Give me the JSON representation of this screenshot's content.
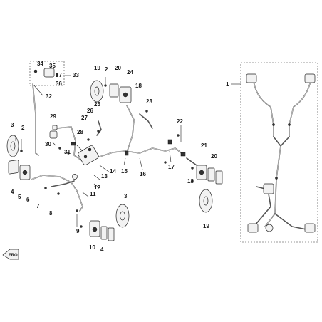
{
  "diagram": {
    "callouts": [
      {
        "id": "c1",
        "text": "1"
      },
      {
        "id": "c2a",
        "text": "2"
      },
      {
        "id": "c2b",
        "text": "2"
      },
      {
        "id": "c3a",
        "text": "3"
      },
      {
        "id": "c3b",
        "text": "3"
      },
      {
        "id": "c4a",
        "text": "4"
      },
      {
        "id": "c4b",
        "text": "4"
      },
      {
        "id": "c5",
        "text": "5"
      },
      {
        "id": "c6",
        "text": "6"
      },
      {
        "id": "c7",
        "text": "7"
      },
      {
        "id": "c8",
        "text": "8"
      },
      {
        "id": "c9",
        "text": "9"
      },
      {
        "id": "c10",
        "text": "10"
      },
      {
        "id": "c11",
        "text": "11"
      },
      {
        "id": "c12",
        "text": "12"
      },
      {
        "id": "c13",
        "text": "13"
      },
      {
        "id": "c14",
        "text": "14"
      },
      {
        "id": "c15",
        "text": "15"
      },
      {
        "id": "c16",
        "text": "16"
      },
      {
        "id": "c17",
        "text": "17"
      },
      {
        "id": "c18a",
        "text": "18"
      },
      {
        "id": "c18b",
        "text": "18"
      },
      {
        "id": "c19a",
        "text": "19"
      },
      {
        "id": "c19b",
        "text": "19"
      },
      {
        "id": "c20a",
        "text": "20"
      },
      {
        "id": "c20b",
        "text": "20"
      },
      {
        "id": "c21",
        "text": "21"
      },
      {
        "id": "c22",
        "text": "22"
      },
      {
        "id": "c23",
        "text": "23"
      },
      {
        "id": "c24",
        "text": "24"
      },
      {
        "id": "c25",
        "text": "25"
      },
      {
        "id": "c26",
        "text": "26"
      },
      {
        "id": "c27",
        "text": "27"
      },
      {
        "id": "c28",
        "text": "28"
      },
      {
        "id": "c29",
        "text": "29"
      },
      {
        "id": "c30",
        "text": "30"
      },
      {
        "id": "c31",
        "text": "31"
      },
      {
        "id": "c32",
        "text": "32"
      },
      {
        "id": "c33",
        "text": "33"
      },
      {
        "id": "c34",
        "text": "34"
      },
      {
        "id": "c35",
        "text": "35"
      },
      {
        "id": "c36",
        "text": "36"
      },
      {
        "id": "c37",
        "text": "37"
      }
    ],
    "front_indicator": "FRO"
  }
}
